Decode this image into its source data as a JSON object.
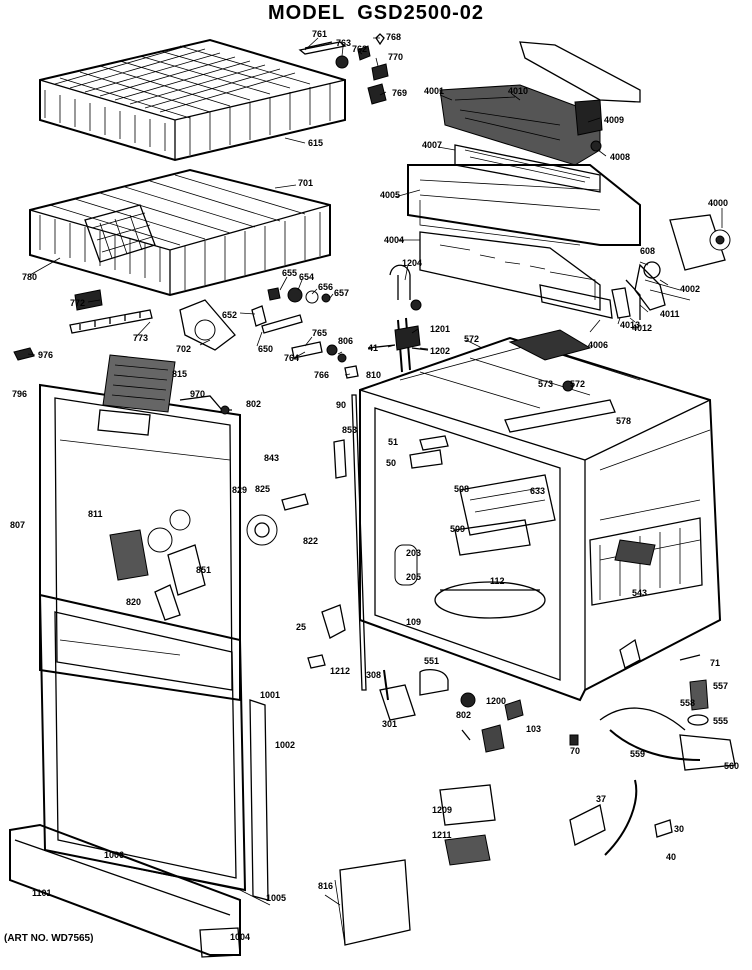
{
  "title": {
    "prefix": "MODEL",
    "model": "GSD2500-02"
  },
  "footer": {
    "art_no": "(ART NO. WD7565)"
  },
  "labels": [
    {
      "id": "761",
      "text": "761"
    },
    {
      "id": "763",
      "text": "763"
    },
    {
      "id": "762",
      "text": "762"
    },
    {
      "id": "768",
      "text": "768"
    },
    {
      "id": "770",
      "text": "770"
    },
    {
      "id": "769",
      "text": "769"
    },
    {
      "id": "615",
      "text": "615"
    },
    {
      "id": "701",
      "text": "701"
    },
    {
      "id": "780",
      "text": "780"
    },
    {
      "id": "772",
      "text": "772"
    },
    {
      "id": "773",
      "text": "773"
    },
    {
      "id": "976",
      "text": "976"
    },
    {
      "id": "655",
      "text": "655"
    },
    {
      "id": "654",
      "text": "654"
    },
    {
      "id": "656",
      "text": "656"
    },
    {
      "id": "657",
      "text": "657"
    },
    {
      "id": "652",
      "text": "652"
    },
    {
      "id": "702",
      "text": "702"
    },
    {
      "id": "650",
      "text": "650"
    },
    {
      "id": "765",
      "text": "765"
    },
    {
      "id": "764",
      "text": "764"
    },
    {
      "id": "766",
      "text": "766"
    },
    {
      "id": "806",
      "text": "806"
    },
    {
      "id": "810",
      "text": "810"
    },
    {
      "id": "1204",
      "text": "1204"
    },
    {
      "id": "41",
      "text": "41"
    },
    {
      "id": "1201",
      "text": "1201"
    },
    {
      "id": "1202",
      "text": "1202"
    },
    {
      "id": "572a",
      "text": "572"
    },
    {
      "id": "4001",
      "text": "4001"
    },
    {
      "id": "4010",
      "text": "4010"
    },
    {
      "id": "4009",
      "text": "4009"
    },
    {
      "id": "4008",
      "text": "4008"
    },
    {
      "id": "4007",
      "text": "4007"
    },
    {
      "id": "4005",
      "text": "4005"
    },
    {
      "id": "4000",
      "text": "4000"
    },
    {
      "id": "4004",
      "text": "4004"
    },
    {
      "id": "608",
      "text": "608"
    },
    {
      "id": "4002",
      "text": "4002"
    },
    {
      "id": "4013",
      "text": "4013"
    },
    {
      "id": "4012",
      "text": "4012"
    },
    {
      "id": "4011",
      "text": "4011"
    },
    {
      "id": "4006",
      "text": "4006"
    },
    {
      "id": "815",
      "text": "815"
    },
    {
      "id": "796",
      "text": "796"
    },
    {
      "id": "970",
      "text": "970"
    },
    {
      "id": "802",
      "text": "802"
    },
    {
      "id": "843",
      "text": "843"
    },
    {
      "id": "829",
      "text": "829"
    },
    {
      "id": "825",
      "text": "825"
    },
    {
      "id": "811",
      "text": "811"
    },
    {
      "id": "807",
      "text": "807"
    },
    {
      "id": "822",
      "text": "822"
    },
    {
      "id": "851",
      "text": "851"
    },
    {
      "id": "820",
      "text": "820"
    },
    {
      "id": "90",
      "text": "90"
    },
    {
      "id": "853",
      "text": "853"
    },
    {
      "id": "51",
      "text": "51"
    },
    {
      "id": "50",
      "text": "50"
    },
    {
      "id": "573",
      "text": "573"
    },
    {
      "id": "572b",
      "text": "572"
    },
    {
      "id": "578",
      "text": "578"
    },
    {
      "id": "508a",
      "text": "508"
    },
    {
      "id": "633",
      "text": "633"
    },
    {
      "id": "509",
      "text": "509"
    },
    {
      "id": "203",
      "text": "203"
    },
    {
      "id": "205",
      "text": "205"
    },
    {
      "id": "112",
      "text": "112"
    },
    {
      "id": "543",
      "text": "543"
    },
    {
      "id": "25",
      "text": "25"
    },
    {
      "id": "109",
      "text": "109"
    },
    {
      "id": "1212",
      "text": "1212"
    },
    {
      "id": "71",
      "text": "71"
    },
    {
      "id": "308",
      "text": "308"
    },
    {
      "id": "551",
      "text": "551"
    },
    {
      "id": "1001",
      "text": "1001"
    },
    {
      "id": "557",
      "text": "557"
    },
    {
      "id": "1200",
      "text": "1200"
    },
    {
      "id": "558",
      "text": "558"
    },
    {
      "id": "555",
      "text": "555"
    },
    {
      "id": "301",
      "text": "301"
    },
    {
      "id": "1002",
      "text": "1002"
    },
    {
      "id": "802b",
      "text": "802"
    },
    {
      "id": "103",
      "text": "103"
    },
    {
      "id": "70",
      "text": "70"
    },
    {
      "id": "559",
      "text": "559"
    },
    {
      "id": "560",
      "text": "560"
    },
    {
      "id": "1209",
      "text": "1209"
    },
    {
      "id": "37",
      "text": "37"
    },
    {
      "id": "1211",
      "text": "1211"
    },
    {
      "id": "30",
      "text": "30"
    },
    {
      "id": "40",
      "text": "40"
    },
    {
      "id": "1006",
      "text": "1006"
    },
    {
      "id": "1101",
      "text": "1101"
    },
    {
      "id": "1005",
      "text": "1005"
    },
    {
      "id": "816",
      "text": "816"
    },
    {
      "id": "1004",
      "text": "1004"
    }
  ]
}
